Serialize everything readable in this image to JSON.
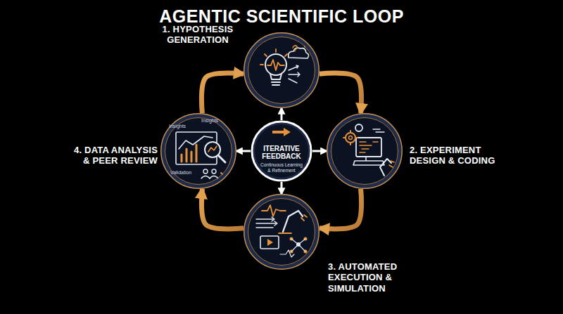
{
  "diagram": {
    "title": "AGENTIC SCIENTIFIC LOOP",
    "nodes": [
      {
        "text": [
          "1. HYPOTHESIS GENERATION"
        ]
      },
      {
        "text": [
          "2. EXPERIMENT DESIGN & CODING"
        ]
      },
      {
        "text": [
          "3. AUTOMATED EXECUTION & SIMULATION"
        ]
      },
      {
        "text": [
          "4. DATA ANALYSIS & PEER REVIEW"
        ]
      },
      {
        "text": [
          "ITERATIVE FEEDBACK",
          "Continuous Learning & Refinement"
        ]
      }
    ],
    "edges": [
      {
        "from": 0,
        "to": 1,
        "arrow": "to"
      },
      {
        "from": 1,
        "to": 2,
        "arrow": "to"
      },
      {
        "from": 2,
        "to": 3,
        "arrow": "to"
      },
      {
        "from": 3,
        "to": 0,
        "arrow": "to"
      },
      {
        "from": 4,
        "to": 0,
        "arrow": "to"
      },
      {
        "from": 4,
        "to": 1,
        "arrow": "to"
      },
      {
        "from": 4,
        "to": 2,
        "arrow": "to"
      },
      {
        "from": 4,
        "to": 3,
        "arrow": "to"
      }
    ],
    "labels": [
      "Insights",
      "Insights",
      "Validation"
    ]
  }
}
